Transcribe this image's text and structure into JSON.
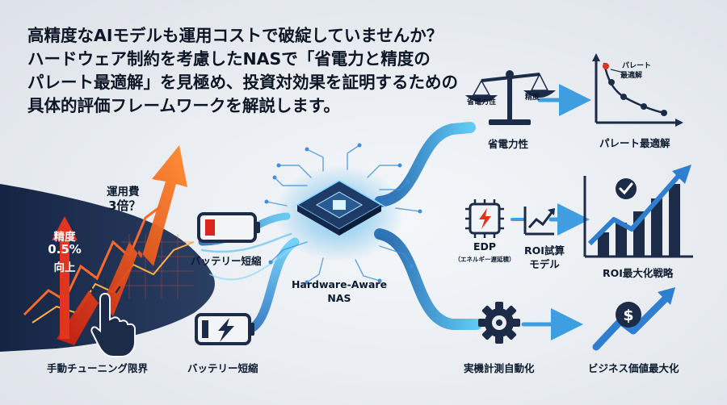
{
  "headline": {
    "line1": "高精度なAIモデルも運用コストで破綻していませんか？",
    "line2": "ハードウェア制約を考慮したNASで「省電力と精度の",
    "line3": "パレート最適解」を見極め、投資対効果を証明するための",
    "line4": "具体的評価フレームワークを解説します。"
  },
  "left_panel": {
    "cost_label_1": "運用費",
    "cost_label_2": "3倍？",
    "accuracy_label_1": "精度",
    "accuracy_label_2": "0.5%",
    "accuracy_label_3": "向上",
    "manual_tuning": "手動チューニング限界"
  },
  "battery_top_label": "バッテリー短縮",
  "battery_bottom_label": "バッテリー短縮",
  "nas": {
    "label_1": "Hardware-Aware",
    "label_2": "NAS"
  },
  "top_branch": {
    "scale_left": "省電力性",
    "scale_right": "精度",
    "scale_caption": "省電力性",
    "pareto_annotation_1": "パレート",
    "pareto_annotation_2": "最適解",
    "pareto_caption": "パレート最適解"
  },
  "middle_branch": {
    "edp_title": "EDP",
    "edp_sub": "（エネルギー遅延積）",
    "roi_model_1": "ROI試算",
    "roi_model_2": "モデル",
    "roi_strategy": "ROI最大化戦略"
  },
  "bottom_branch": {
    "automation": "実機計測自動化",
    "business": "ビジネス価値最大化"
  },
  "colors": {
    "navy": "#1b2c4a",
    "blue": "#2f7fd0",
    "cyan": "#47c2f0",
    "red": "#e2321e",
    "orange": "#f47a1f",
    "text": "#0d1626"
  }
}
